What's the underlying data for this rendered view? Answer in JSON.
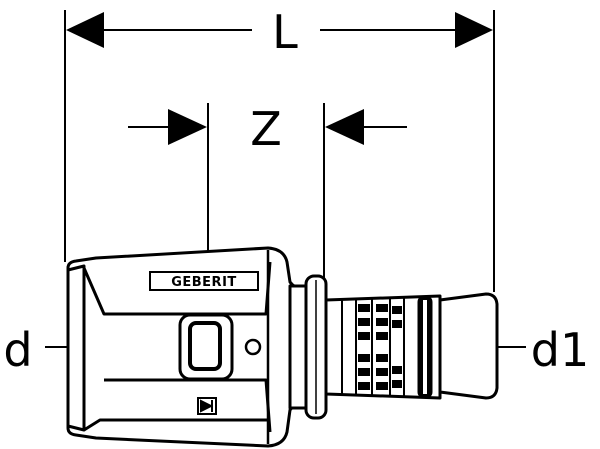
{
  "dimensions": {
    "length_label": "L",
    "offset_label": "Z",
    "inlet_diameter_label": "d",
    "outlet_diameter_label": "d1"
  },
  "fitting": {
    "brand": "GEBERIT",
    "colors": {
      "line": "#000000",
      "background": "#ffffff"
    }
  }
}
